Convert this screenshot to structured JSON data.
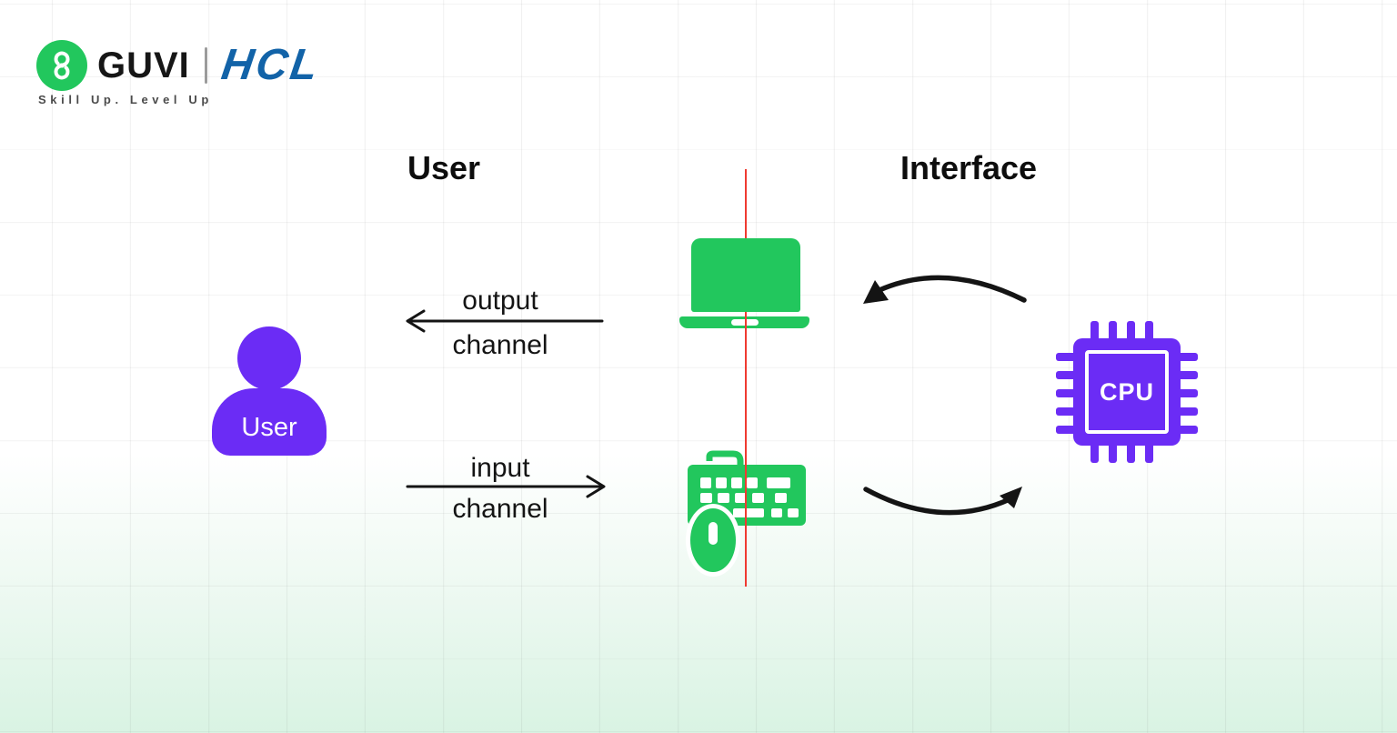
{
  "logo": {
    "guvi": "GUVI",
    "hcl": "HCL",
    "tagline": "Skill Up. Level Up"
  },
  "headings": {
    "left": "User",
    "right": "Interface"
  },
  "labels": {
    "output_line1": "output",
    "output_line2": "channel",
    "input_line1": "input",
    "input_line2": "channel",
    "person": "User",
    "cpu": "CPU"
  },
  "icons": {
    "guvi-logo-icon": "green circle with white g monogram",
    "user-person-icon": "purple person silhouette",
    "laptop-icon": "green laptop",
    "keyboard-mouse-icon": "green keyboard with mouse",
    "cpu-chip-icon": "purple CPU chip with pins",
    "output-arrow": "straight arrow pointing left",
    "input-arrow": "straight arrow pointing right",
    "curved-arrow-top": "curved arrow pointing left toward laptop",
    "curved-arrow-bottom": "curved arrow pointing right toward CPU",
    "divider-line": "vertical red separator line"
  },
  "colors": {
    "green": "#22c75d",
    "purple": "#6b2cf5",
    "red": "#ef3a31",
    "hcl-blue": "#1263a8",
    "ink": "#141414",
    "tagline-gray": "#4b4b4b",
    "bg-green": "#d9f3e3"
  }
}
